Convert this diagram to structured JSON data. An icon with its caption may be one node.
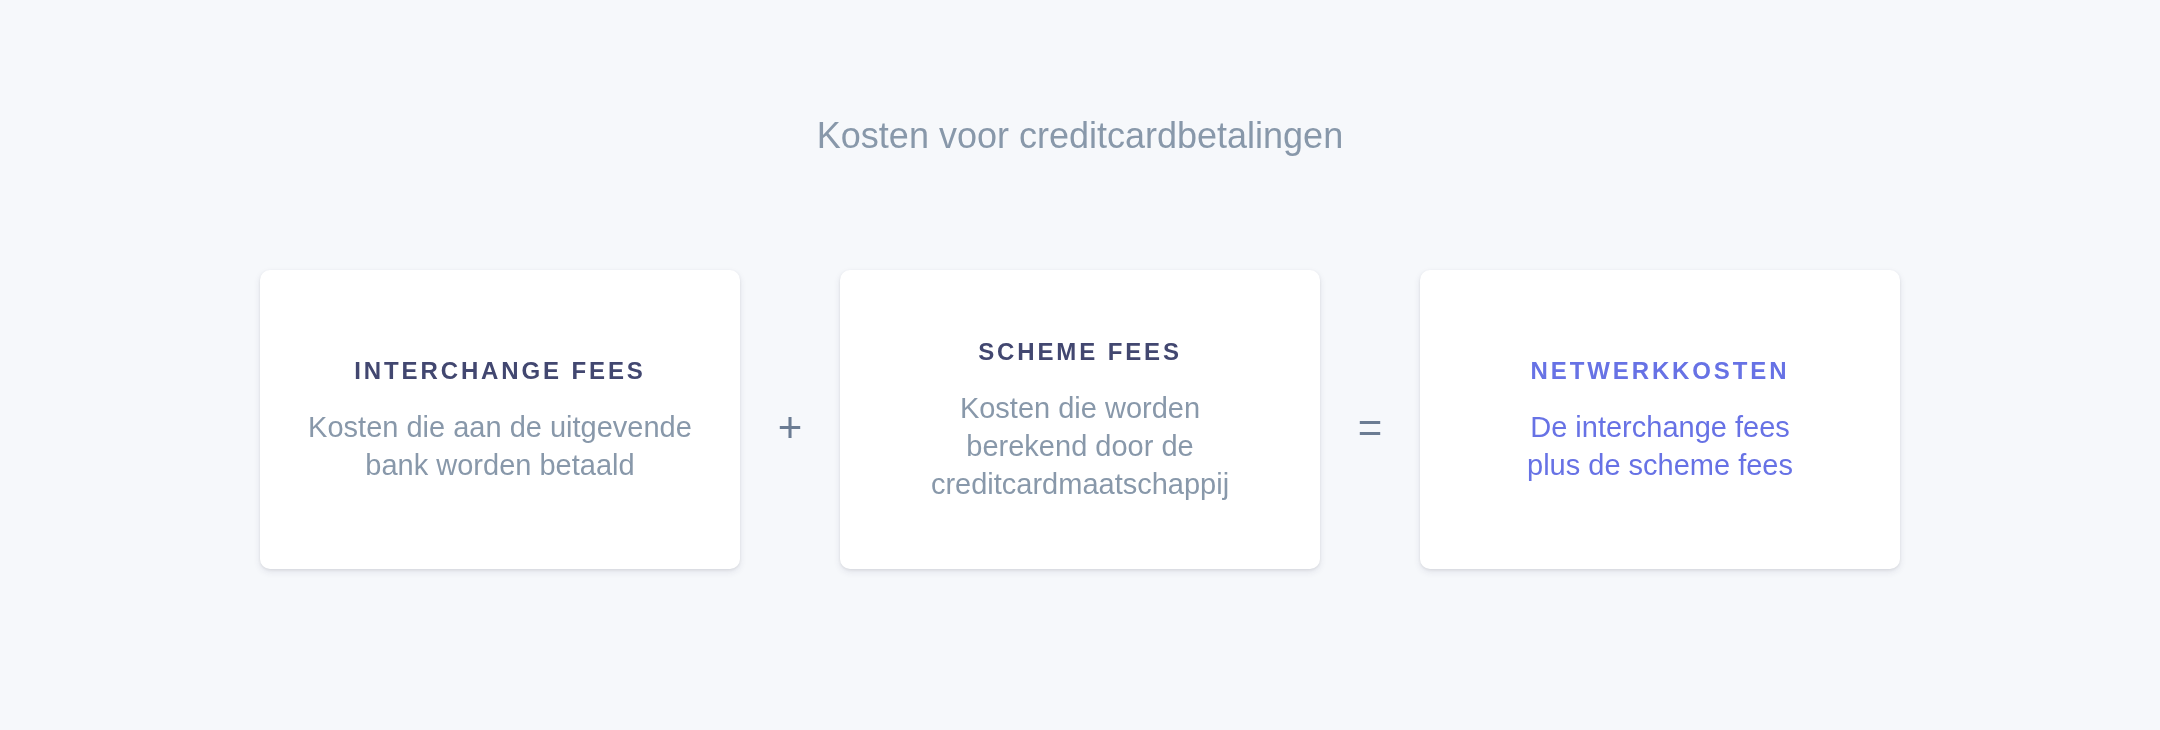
{
  "diagram": {
    "title": "Kosten voor creditcardbetalingen",
    "nodes": [
      {
        "text": [
          "INTERCHANGE FEES",
          "Kosten die aan de uitgevende bank worden betaald"
        ]
      },
      {
        "text": [
          "SCHEME FEES",
          "Kosten die worden berekend door de creditcardmaatschappij"
        ]
      },
      {
        "text": [
          "NETWERKKOSTEN",
          "De interchange fees plus de scheme fees"
        ]
      }
    ],
    "labels": [
      "+",
      "="
    ]
  }
}
